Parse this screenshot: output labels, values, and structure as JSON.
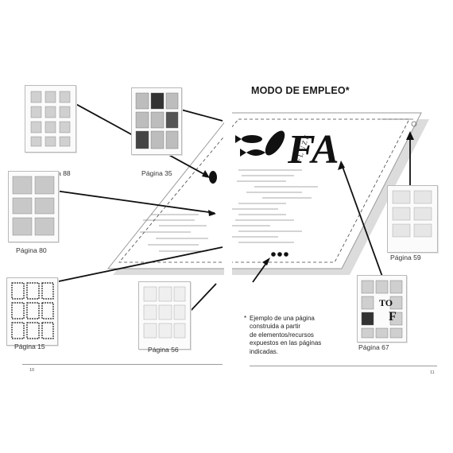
{
  "title": "MODO DE EMPLEO*",
  "thumbnails": [
    {
      "label": "Página 88"
    },
    {
      "label": "Página 35"
    },
    {
      "label": "Página 80"
    },
    {
      "label": "Página 15"
    },
    {
      "label": "Página 56"
    },
    {
      "label": "Página 59"
    },
    {
      "label": "Página 67"
    }
  ],
  "note": {
    "bullet": "*",
    "lines": [
      "Ejemplo de una página",
      "construida a partir",
      "de elementos/recursos",
      "expuestos en las páginas",
      "indicadas."
    ]
  },
  "page_numbers": {
    "left": "10",
    "right": "11"
  },
  "sample_page": {
    "logo_letters": "FA",
    "vertical_word": "FLUZE",
    "small_letters": [
      "TO",
      "F"
    ]
  }
}
